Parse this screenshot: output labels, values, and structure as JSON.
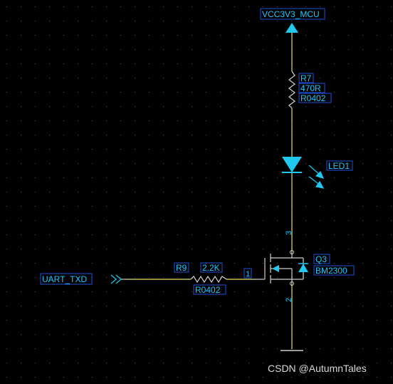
{
  "schematic": {
    "net_power": "VCC3V3_MCU",
    "net_input": "UART_TXD",
    "r7": {
      "ref": "R7",
      "value": "470R",
      "package": "R0402"
    },
    "led1": {
      "ref": "LED1"
    },
    "r9": {
      "ref": "R9",
      "value": "2.2K",
      "package": "R0402"
    },
    "q3": {
      "ref": "Q3",
      "part": "BM2300",
      "pin_gate": "1",
      "pin_drain": "3",
      "pin_source": "2"
    }
  },
  "watermark": "CSDN @AutumnTales",
  "colors": {
    "background": "#000000",
    "wire": "#e8e05a",
    "component": "#d0d0d0",
    "symbol": "#21c8f0",
    "label_box": "#1f4fd8",
    "label_text": "#1ec8ff",
    "grid_dot": "#5a5a5a"
  }
}
